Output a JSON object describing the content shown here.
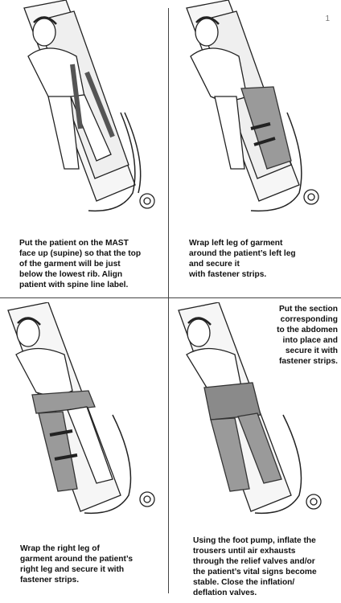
{
  "panels": [
    {
      "caption": "Put the patient on the MAST\nface up (supine) so that the top\nof the garment will be just\nbelow the lowest rib. Align\npatient with spine line label."
    },
    {
      "caption": "Wrap left leg of garment\naround the patient’s left leg\nand secure it\nwith fastener strips."
    },
    {
      "caption": "Wrap the right leg of\ngarment around the patient’s\nright leg and secure it with\nfastener strips."
    },
    {
      "caption": "Put the section\ncorresponding\nto the abdomen\ninto place and\nsecure it with\nfastener strips."
    },
    {
      "caption": "Using the foot pump, inflate the\ntrousers until air exhausts\nthrough the relief valves and/or\nthe patient’s vital signs become\nstable. Close the inflation/\ndeflation valves."
    }
  ],
  "corner_mark": "1"
}
